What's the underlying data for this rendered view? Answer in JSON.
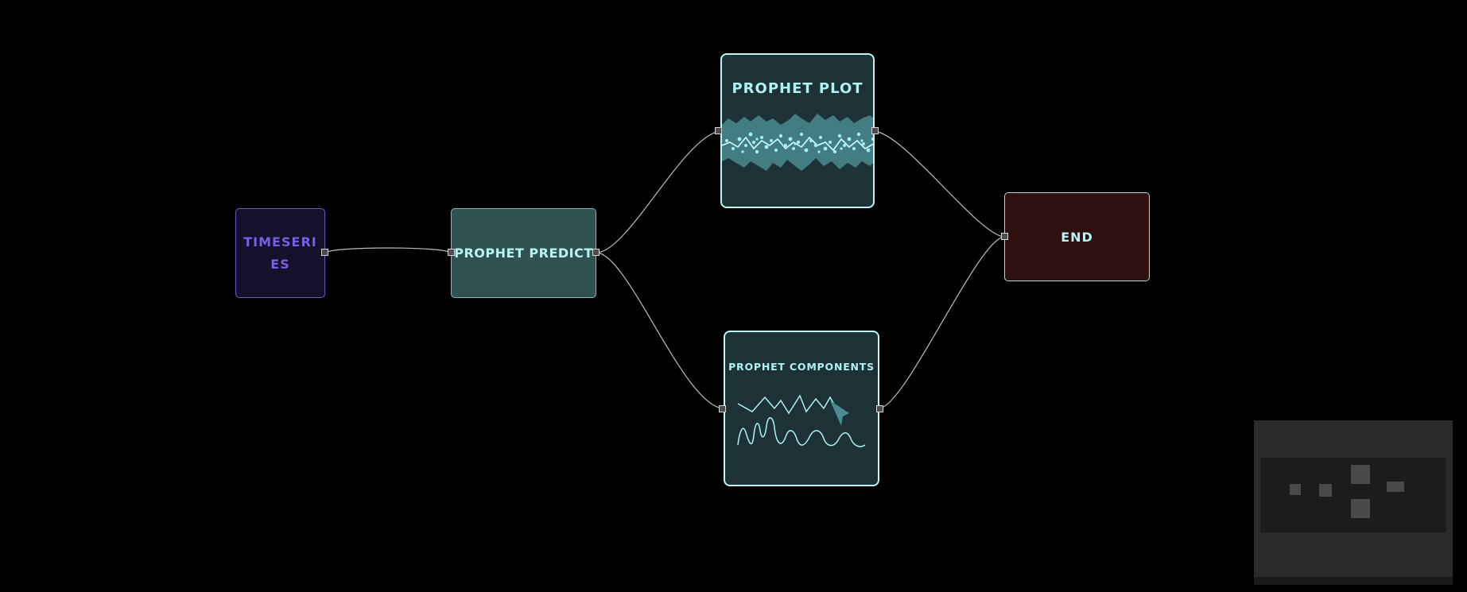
{
  "diagram": {
    "nodes": [
      {
        "id": "timeseries",
        "label": "TIMESERIES"
      },
      {
        "id": "prophet_predict",
        "label": "PROPHET PREDICT"
      },
      {
        "id": "prophet_plot",
        "label": "PROPHET PLOT"
      },
      {
        "id": "prophet_components",
        "label": "PROPHET COMPONENTS"
      },
      {
        "id": "end",
        "label": "END"
      }
    ],
    "edges": [
      {
        "from": "timeseries",
        "to": "prophet_predict"
      },
      {
        "from": "prophet_predict",
        "to": "prophet_plot"
      },
      {
        "from": "prophet_predict",
        "to": "prophet_components"
      },
      {
        "from": "prophet_plot",
        "to": "end"
      },
      {
        "from": "prophet_components",
        "to": "end"
      }
    ]
  },
  "colors": {
    "background": "#000000",
    "timeseries_fill": "#14112a",
    "timeseries_text": "#7c5de6",
    "prophet_fill": "#2f5152",
    "plot_fill": "#1d3236",
    "accent_cyan": "#b0f2f4",
    "end_fill": "#2e1010",
    "edge": "#bdbdbd",
    "minimap": "#2a2a2a"
  },
  "icons": {
    "plot_thumbnail": "forecast-band-chart-icon",
    "components_thumbnail": "component-lines-chart-icon"
  }
}
